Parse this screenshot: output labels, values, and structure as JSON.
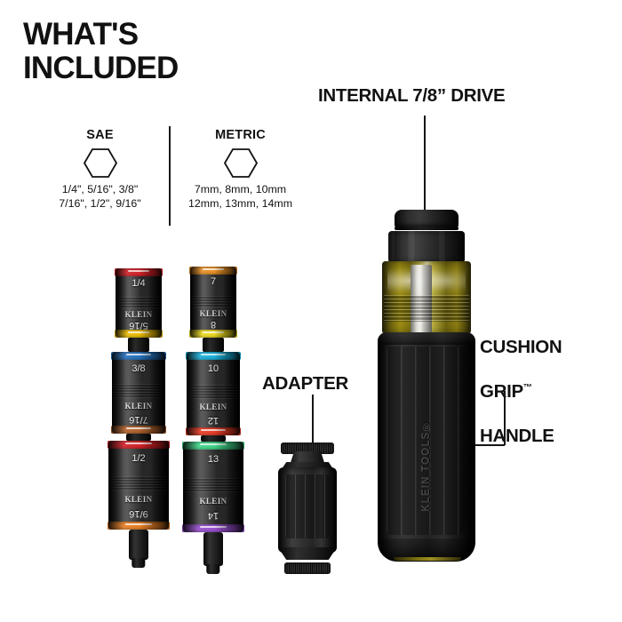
{
  "headline": "WHAT'S\nINCLUDED",
  "specs": {
    "sae": {
      "title": "SAE",
      "icon": "hexagon-icon",
      "sizes": "1/4\", 5/16\", 3/8\"\n7/16\", 1/2\", 9/16\""
    },
    "metric": {
      "title": "METRIC",
      "icon": "hexagon-icon",
      "sizes": "7mm, 8mm, 10mm\n12mm, 13mm, 14mm"
    }
  },
  "callouts": {
    "drive": "INTERNAL 7/8” DRIVE",
    "adapter": "ADAPTER",
    "grip_line1": "CUSHION",
    "grip_line2": "GRIP",
    "grip_tm": "™",
    "grip_line3": "HANDLE"
  },
  "brand": "KLEIN",
  "handle_brand": "KLEIN TOOLS®",
  "sae_stack": [
    {
      "top_size": "1/4",
      "bottom_size": "5/16",
      "top_band": "#d81f26",
      "bottom_band": "#f2c200"
    },
    {
      "top_size": "3/8",
      "bottom_size": "7/16",
      "top_band": "#2574c4",
      "bottom_band": "#b8642a"
    },
    {
      "top_size": "1/2",
      "bottom_size": "9/16",
      "top_band": "#d81f26",
      "bottom_band": "#ef8122"
    }
  ],
  "metric_stack": [
    {
      "top_size": "7",
      "bottom_size": "8",
      "top_band": "#ef9323",
      "bottom_band": "#f2e01f"
    },
    {
      "top_size": "10",
      "bottom_size": "12",
      "top_band": "#19b5e0",
      "bottom_band": "#ef3b24"
    },
    {
      "top_size": "13",
      "bottom_size": "14",
      "top_band": "#3fd98a",
      "bottom_band": "#9a4fd4"
    }
  ],
  "colors": {
    "text": "#111111",
    "background": "#ffffff",
    "leader_line": "#151515",
    "marker_ring": "#f2f2f2",
    "olive": "#9c8c12"
  }
}
